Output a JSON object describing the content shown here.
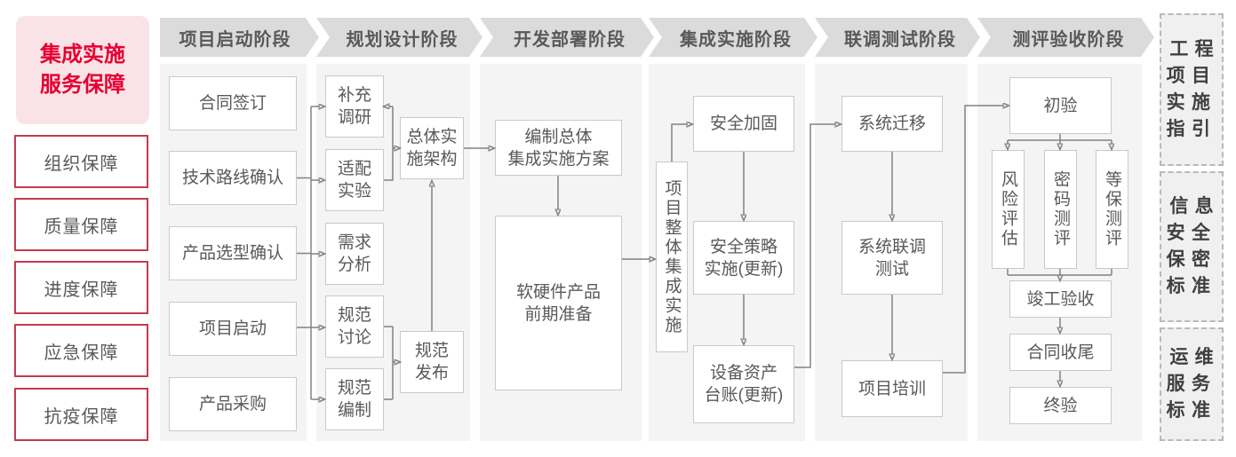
{
  "title_panel": {
    "title": "集成实施\n服务保障"
  },
  "assurance_items": [
    {
      "label": "组织保障"
    },
    {
      "label": "质量保障"
    },
    {
      "label": "进度保障"
    },
    {
      "label": "应急保障"
    },
    {
      "label": "抗疫保障"
    }
  ],
  "phases": [
    {
      "header": "项目启动阶段",
      "boxes": [
        {
          "label": "合同签订"
        },
        {
          "label": "技术路线确认"
        },
        {
          "label": "产品选型确认"
        },
        {
          "label": "项目启动"
        },
        {
          "label": "产品采购"
        }
      ]
    },
    {
      "header": "规划设计阶段",
      "boxes": [
        {
          "label": "补充\n调研"
        },
        {
          "label": "适配\n实验"
        },
        {
          "label": "需求\n分析"
        },
        {
          "label": "规范\n讨论"
        },
        {
          "label": "规范\n编制"
        },
        {
          "label": "总体实\n施架构"
        },
        {
          "label": "规范\n发布"
        }
      ]
    },
    {
      "header": "开发部署阶段",
      "boxes": [
        {
          "label": "编制总体\n集成实施方案"
        },
        {
          "label": "软硬件产品\n前期准备"
        }
      ]
    },
    {
      "header": "集成实施阶段",
      "boxes": [
        {
          "label": "项目整体集成实施"
        },
        {
          "label": "安全加固"
        },
        {
          "label": "安全策略\n实施(更新)"
        },
        {
          "label": "设备资产\n台账(更新)"
        }
      ]
    },
    {
      "header": "联调测试阶段",
      "boxes": [
        {
          "label": "系统迁移"
        },
        {
          "label": "系统联调\n测试"
        },
        {
          "label": "项目培训"
        }
      ]
    },
    {
      "header": "测评验收阶段",
      "boxes": [
        {
          "label": "初验"
        },
        {
          "label": "风险评估"
        },
        {
          "label": "密码测评"
        },
        {
          "label": "等保测评"
        },
        {
          "label": "竣工验收"
        },
        {
          "label": "合同收尾"
        },
        {
          "label": "终验"
        }
      ]
    }
  ],
  "standards": [
    {
      "label": "工程\n项目\n实施\n指引"
    },
    {
      "label": "信息\n安全\n保密\n标准"
    },
    {
      "label": "运维\n服务\n标准"
    }
  ],
  "connections": [
    {
      "from": [
        "技术路线确认",
        "产品选型确认",
        "项目启动"
      ],
      "to": [
        "补充调研",
        "适配实验",
        "需求分析",
        "规范讨论",
        "规范编制"
      ]
    },
    {
      "from": [
        "适配实验"
      ],
      "to": [
        "补充调研",
        "总体实施架构"
      ]
    },
    {
      "from": [
        "规范讨论",
        "规范编制"
      ],
      "to": [
        "规范发布"
      ]
    },
    {
      "from": [
        "规范发布"
      ],
      "to": [
        "总体实施架构"
      ]
    },
    {
      "from": [
        "总体实施架构"
      ],
      "to": [
        "编制总体集成实施方案"
      ]
    },
    {
      "from": [
        "编制总体集成实施方案"
      ],
      "to": [
        "软硬件产品前期准备"
      ]
    },
    {
      "from": [
        "软硬件产品前期准备"
      ],
      "to": [
        "项目整体集成实施"
      ]
    },
    {
      "from": [
        "项目整体集成实施"
      ],
      "to": [
        "安全加固"
      ]
    },
    {
      "from": [
        "安全加固"
      ],
      "to": [
        "安全策略实施(更新)"
      ]
    },
    {
      "from": [
        "安全策略实施(更新)"
      ],
      "to": [
        "设备资产台账(更新)"
      ]
    },
    {
      "from": [
        "设备资产台账(更新)"
      ],
      "to": [
        "系统迁移"
      ]
    },
    {
      "from": [
        "系统迁移"
      ],
      "to": [
        "系统联调测试"
      ]
    },
    {
      "from": [
        "系统联调测试"
      ],
      "to": [
        "项目培训"
      ]
    },
    {
      "from": [
        "项目培训"
      ],
      "to": [
        "初验"
      ]
    },
    {
      "from": [
        "初验"
      ],
      "to": [
        "风险评估",
        "密码测评",
        "等保测评"
      ]
    },
    {
      "from": [
        "风险评估",
        "密码测评",
        "等保测评"
      ],
      "to": [
        "竣工验收"
      ]
    },
    {
      "from": [
        "竣工验收"
      ],
      "to": [
        "合同收尾"
      ]
    },
    {
      "from": [
        "合同收尾"
      ],
      "to": [
        "终验"
      ]
    }
  ],
  "colors": {
    "accent_red": "#e60032",
    "pink_bg": "#fae3e7",
    "red_border": "#c5394f",
    "header_gray": "#dbdbdb",
    "panel_gray": "#f4f4f4",
    "box_border": "#c9c9c9",
    "text_gray": "#595959",
    "connector_gray": "#828282"
  }
}
